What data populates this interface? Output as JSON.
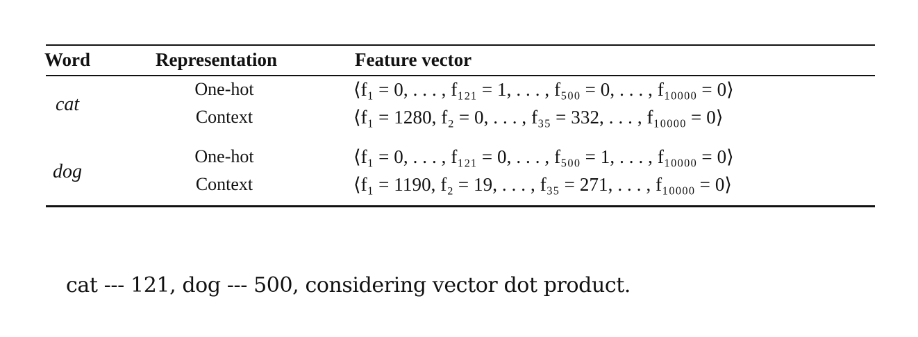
{
  "table": {
    "headers": {
      "word": "Word",
      "representation": "Representation",
      "feature_vector": "Feature vector"
    },
    "groups": [
      {
        "word": "cat",
        "rows": [
          {
            "representation": "One-hot",
            "vector": "⟨f₁ = 0, . . . , f₁₂₁ = 1, . . . , f₅₀₀ = 0, . . . , f₁₀₀₀₀ = 0⟩"
          },
          {
            "representation": "Context",
            "vector": "⟨f₁ = 1280, f₂ = 0, . . . , f₃₅ = 332, . . . , f₁₀₀₀₀ = 0⟩"
          }
        ]
      },
      {
        "word": "dog",
        "rows": [
          {
            "representation": "One-hot",
            "vector": "⟨f₁ = 0, . . . , f₁₂₁ = 0, . . . , f₅₀₀ = 1, . . . , f₁₀₀₀₀ = 0⟩"
          },
          {
            "representation": "Context",
            "vector": "⟨f₁ = 1190, f₂ = 19, . . . , f₃₅ = 271, . . . , f₁₀₀₀₀ = 0⟩"
          }
        ]
      }
    ]
  },
  "caption": "cat --- 121, dog --- 500, considering vector dot product."
}
